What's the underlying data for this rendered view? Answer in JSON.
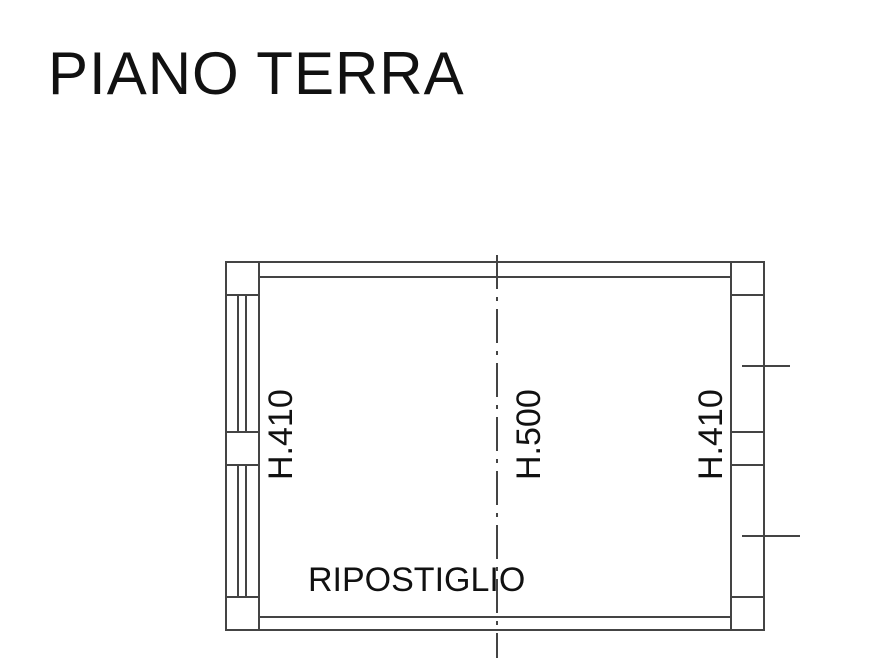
{
  "title": "PIANO TERRA",
  "room": {
    "name": "RIPOSTIGLIO"
  },
  "heights": {
    "left": "H.410",
    "center": "H.500",
    "right": "H.410"
  }
}
